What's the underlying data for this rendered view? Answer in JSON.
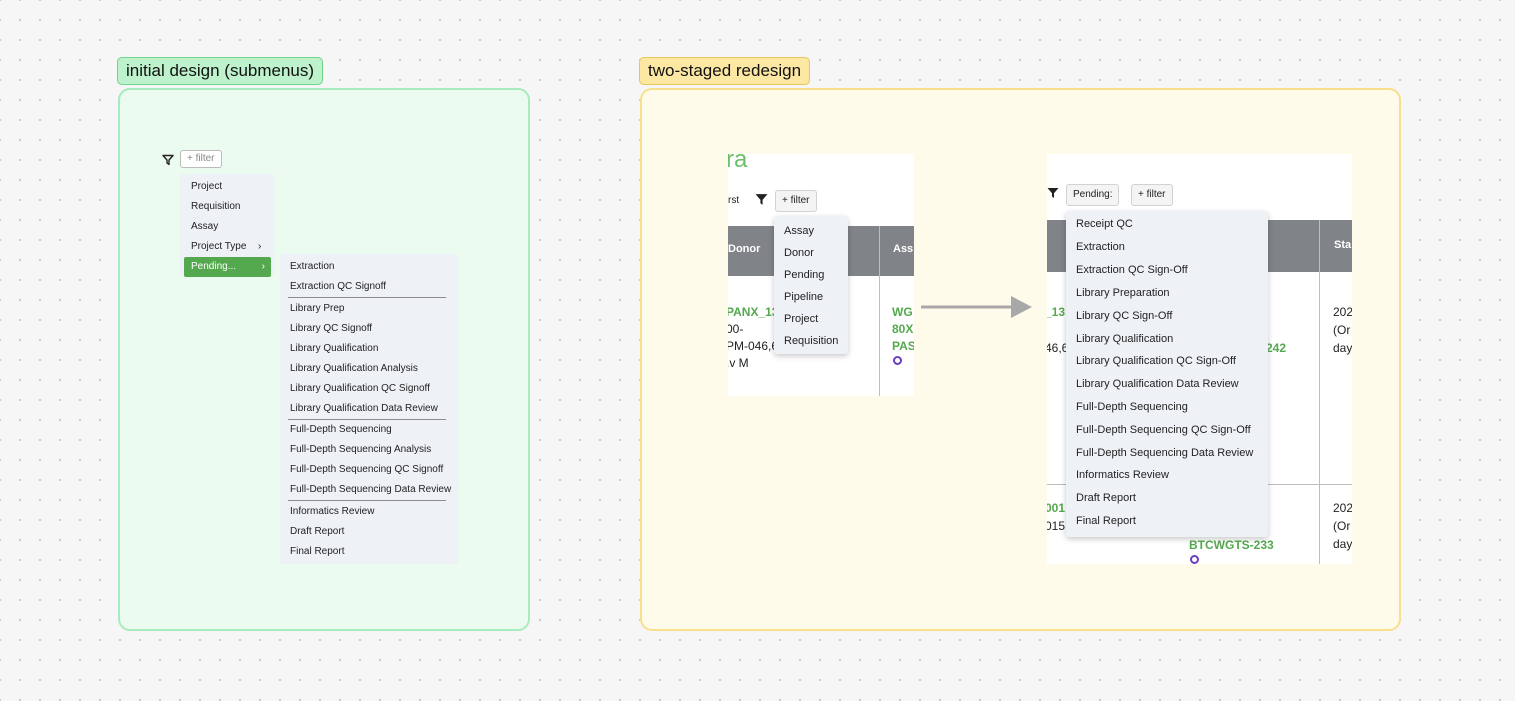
{
  "labels": {
    "initial": "initial design (submenus)",
    "redesign": "two-staged redesign"
  },
  "colors": {
    "green_frame": "#a8ebbd",
    "yellow_frame": "#f8df8c",
    "accent_green": "#54a94f",
    "header_gray": "#808387"
  },
  "initial": {
    "filter_label": "+ filter",
    "main_menu": [
      {
        "label": "Project",
        "has_submenu": false
      },
      {
        "label": "Requisition",
        "has_submenu": false
      },
      {
        "label": "Assay",
        "has_submenu": false
      },
      {
        "label": "Project Type",
        "has_submenu": true
      },
      {
        "label": "Pending...",
        "has_submenu": true,
        "active": true
      }
    ],
    "submenu": [
      "Extraction",
      "Extraction QC Signoff",
      "Library Prep",
      "Library QC Signoff",
      "Library Qualification",
      "Library Qualification Analysis",
      "Library Qualification QC Signoff",
      "Library Qualification Data Review",
      "Full-Depth Sequencing",
      "Full-Depth Sequencing Analysis",
      "Full-Depth Sequencing QC Signoff",
      "Full-Depth Sequencing Data Review",
      "Informatics Review",
      "Draft Report",
      "Final Report"
    ]
  },
  "stage1": {
    "logo_fragment": "ra",
    "first_fragment": "rst",
    "filter_label": "+ filter",
    "headers": [
      "Donor",
      "Ass"
    ],
    "donor_cell": [
      "PANX_13",
      "00-",
      "PM-046,6",
      ".v M"
    ],
    "assay_cell": [
      "WG",
      "80X",
      "PAS"
    ],
    "dropdown": [
      "Assay",
      "Donor",
      "Pending",
      "Pipeline",
      "Project",
      "Requisition"
    ]
  },
  "stage2": {
    "pending_label": "Pending:",
    "filter_label": "+ filter",
    "header_right": "Sta",
    "row1_left": [
      "_13",
      "46,6"
    ],
    "row1_mid": "242",
    "row1_right": [
      "202",
      "(Or",
      "day"
    ],
    "row2_left": [
      "001",
      "015"
    ],
    "row2_mid": "BTCWGTS-233",
    "row2_right": [
      "202",
      "(Or",
      "day"
    ],
    "dropdown": [
      "Receipt QC",
      "Extraction",
      "Extraction QC Sign-Off",
      "Library Preparation",
      "Library QC Sign-Off",
      "Library Qualification",
      "Library Qualification QC Sign-Off",
      "Library Qualification Data Review",
      "Full-Depth Sequencing",
      "Full-Depth Sequencing QC Sign-Off",
      "Full-Depth Sequencing Data Review",
      "Informatics Review",
      "Draft Report",
      "Final Report"
    ]
  }
}
